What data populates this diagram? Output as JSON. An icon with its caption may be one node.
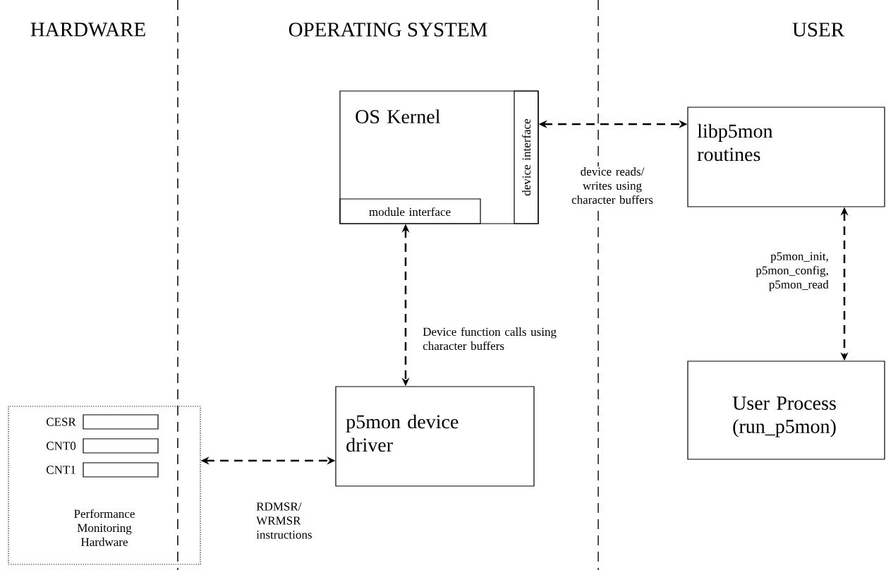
{
  "diagram": {
    "nodes": [
      {
        "text": [
          "Performance Monitoring Hardware"
        ]
      },
      {
        "text": [],
        "shape": "box",
        "beside": [
          "CESR"
        ],
        "in": 0
      },
      {
        "text": [],
        "shape": "box",
        "beside": [
          "CNT0"
        ],
        "in": 0
      },
      {
        "text": [],
        "shape": "box",
        "beside": [
          "CNT1"
        ],
        "in": 0
      },
      {
        "text": [
          "OS Kernel"
        ]
      },
      {
        "text": [
          "module interface"
        ],
        "in": 4
      },
      {
        "text": [
          "device interface"
        ],
        "in": 4
      },
      {
        "text": [
          "libp5mon routines"
        ]
      },
      {
        "text": [
          "p5mon device driver"
        ]
      },
      {
        "text": [
          "User Process (run_p5mon)"
        ]
      }
    ],
    "edges": [
      {
        "from": 6,
        "to": 7,
        "arrow": "both",
        "style": "dashed",
        "label": "device reads/ writes using character buffers"
      },
      {
        "from": 5,
        "to": 8,
        "arrow": "both",
        "style": "dashed",
        "label": "Device function calls using character buffers"
      },
      {
        "from": 7,
        "to": 9,
        "arrow": "both",
        "style": "dashed",
        "label": "p5mon_init, p5mon_config, p5mon_read"
      },
      {
        "from": 0,
        "to": 8,
        "arrow": "both",
        "style": "dashed",
        "label": "RDMSR/ WRMSR instructions"
      }
    ],
    "labels": [
      "HARDWARE",
      "OPERATING SYSTEM",
      "USER"
    ]
  }
}
